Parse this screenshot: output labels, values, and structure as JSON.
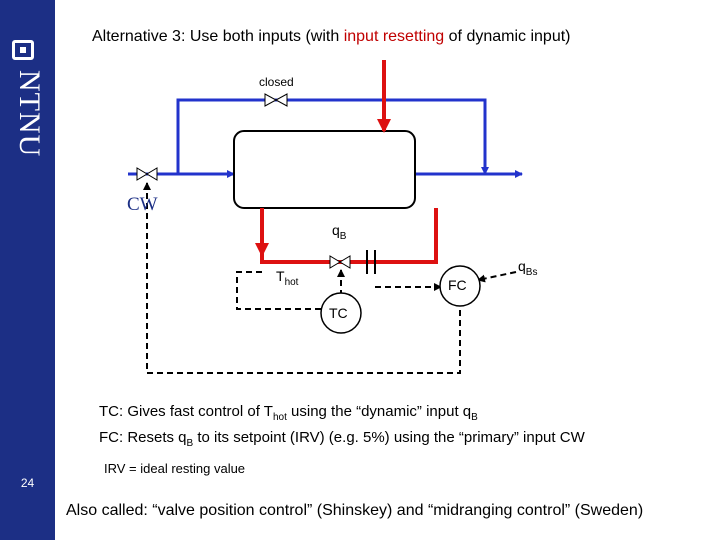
{
  "sidebar": {
    "logo_text": "NTNU",
    "page_number": "24"
  },
  "title": {
    "prefix": "Alternative 3: Use both inputs (with ",
    "highlight": "input resetting",
    "suffix": " of dynamic input)"
  },
  "diagram": {
    "closed_label": "closed",
    "cw_label": "CW",
    "qB": {
      "main": "q",
      "sub": "B"
    },
    "thot": {
      "main": "T",
      "sub": "hot"
    },
    "qBs": {
      "main": "q",
      "sub": "Bs"
    },
    "fc_label": "FC",
    "tc_label": "TC"
  },
  "notes": {
    "line1_a": "TC: Gives fast control of T",
    "line1_sub1": "hot",
    "line1_b": " using the “dynamic” input q",
    "line1_sub2": "B",
    "line2_a": "FC: Resets q",
    "line2_sub": "B",
    "line2_b": " to its setpoint (IRV) (e.g. 5%) using the “primary” input CW"
  },
  "irv_note": "IRV = ideal resting value",
  "also_called": "Also called: “valve position control” (Shinskey) and “midranging control” (Sweden)",
  "colors": {
    "sidebar": "#1c2f85",
    "blue_line": "#2233cc",
    "red_line": "#dd1111",
    "highlight": "#c00000"
  }
}
